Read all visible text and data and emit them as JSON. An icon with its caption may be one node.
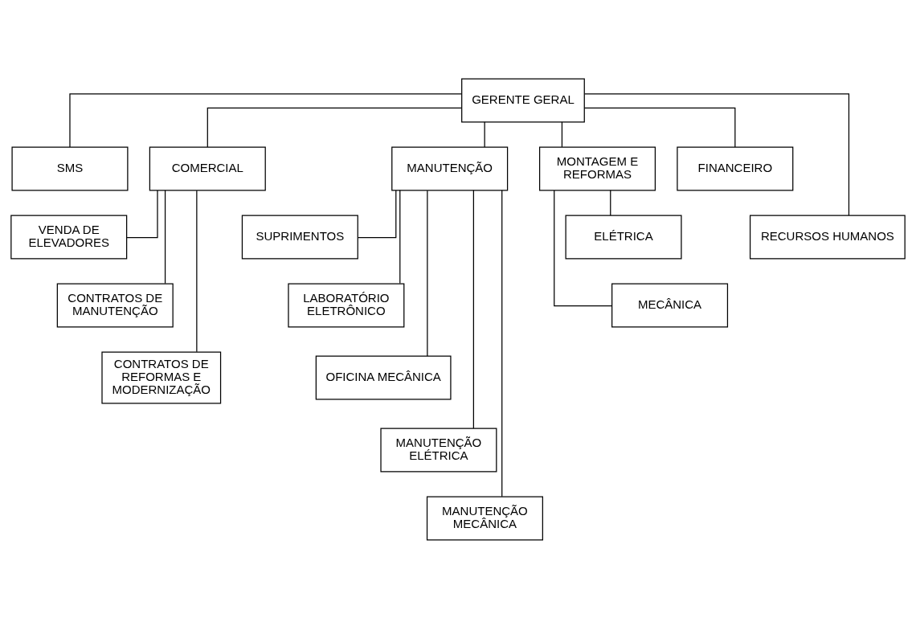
{
  "diagram": {
    "nodes": [
      {
        "text": [
          "GERENTE GERAL"
        ]
      },
      {
        "text": [
          "SMS"
        ]
      },
      {
        "text": [
          "COMERCIAL"
        ]
      },
      {
        "text": [
          "MANUTENÇÃO"
        ]
      },
      {
        "text": [
          "MONTAGEM E REFORMAS"
        ]
      },
      {
        "text": [
          "FINANCEIRO"
        ]
      },
      {
        "text": [
          "RECURSOS HUMANOS"
        ]
      },
      {
        "text": [
          "VENDA DE ELEVADORES"
        ]
      },
      {
        "text": [
          "CONTRATOS DE MANUTENÇÃO"
        ]
      },
      {
        "text": [
          "CONTRATOS DE REFORMAS E MODERNIZAÇÃO"
        ]
      },
      {
        "text": [
          "SUPRIMENTOS"
        ]
      },
      {
        "text": [
          "LABORATÓRIO ELETRÔNICO"
        ]
      },
      {
        "text": [
          "OFICINA MECÂNICA"
        ]
      },
      {
        "text": [
          "MANUTENÇÃO ELÉTRICA"
        ]
      },
      {
        "text": [
          "MANUTENÇÃO MECÂNICA"
        ]
      },
      {
        "text": [
          "ELÉTRICA"
        ]
      },
      {
        "text": [
          "MECÂNICA"
        ]
      }
    ],
    "edges": [
      {
        "from": 0,
        "to": 1,
        "arrow": "none"
      },
      {
        "from": 0,
        "to": 5,
        "arrow": "none"
      },
      {
        "from": 0,
        "to": 6,
        "arrow": "none"
      },
      {
        "from": 0,
        "to": 2,
        "arrow": "none"
      },
      {
        "from": 0,
        "to": 3,
        "arrow": "none"
      },
      {
        "from": 0,
        "to": 4,
        "arrow": "none"
      },
      {
        "from": 2,
        "to": 7,
        "arrow": "none"
      },
      {
        "from": 2,
        "to": 8,
        "arrow": "none"
      },
      {
        "from": 2,
        "to": 9,
        "arrow": "none"
      },
      {
        "from": 3,
        "to": 10,
        "arrow": "none"
      },
      {
        "from": 3,
        "to": 11,
        "arrow": "none"
      },
      {
        "from": 3,
        "to": 12,
        "arrow": "none"
      },
      {
        "from": 3,
        "to": 13,
        "arrow": "none"
      },
      {
        "from": 3,
        "to": 14,
        "arrow": "none"
      },
      {
        "from": 4,
        "to": 15,
        "arrow": "none"
      },
      {
        "from": 4,
        "to": 16,
        "arrow": "none"
      }
    ]
  }
}
